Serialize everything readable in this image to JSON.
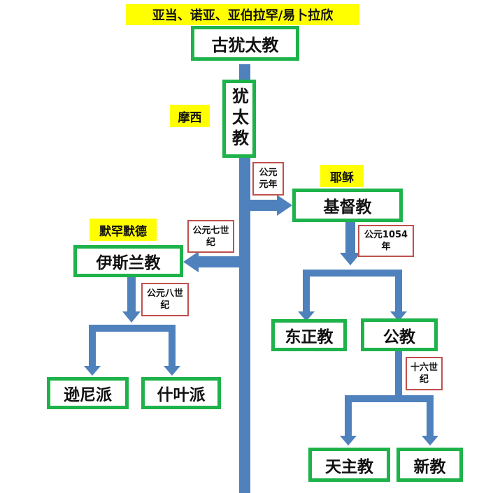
{
  "theme": {
    "arrow": "#4f81bd",
    "box_border": "#1db34a",
    "date_border": "#c0504d",
    "highlight": "#ffff00"
  },
  "top_tag": "亚当、诺亚、亚伯拉罕/易卜拉欣",
  "nodes": {
    "ancient_judaism": "古犹太教",
    "judaism": "犹太教",
    "christianity": "基督教",
    "islam": "伊斯兰教",
    "orthodox": "东正教",
    "catholic": "公教",
    "sunni": "逊尼派",
    "shia": "什叶派",
    "roman_catholic": "天主教",
    "protestant": "新教"
  },
  "tags": {
    "moses": "摩西",
    "jesus": "耶稣",
    "muhammad": "默罕默德"
  },
  "dates": {
    "ad1": "公元元年",
    "c7": "公元七世纪",
    "ad1054": "公元1054年",
    "c8": "公元八世纪",
    "c16": "十六世纪"
  }
}
